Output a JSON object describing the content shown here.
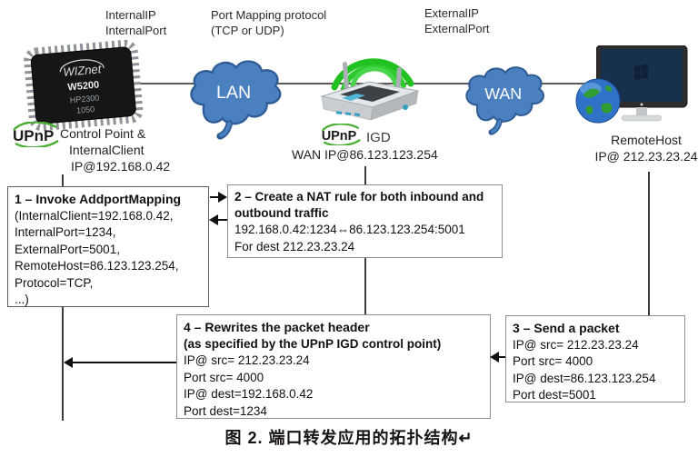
{
  "top_labels": {
    "internal": [
      "InternalIP",
      "InternalPort"
    ],
    "protocol": [
      "Port Mapping protocol",
      "(TCP or UDP)"
    ],
    "external": [
      "ExternalIP",
      "ExternalPort"
    ]
  },
  "clouds": {
    "lan": "LAN",
    "wan": "WAN"
  },
  "devices": {
    "chip": {
      "brand": "WIZnet",
      "model": "W5200",
      "sub1": "HP2300",
      "sub2": "1050"
    },
    "control_point": {
      "logo": "UPnP",
      "line1": "Control Point &",
      "line2": "InternalClient",
      "line3": "IP@192.168.0.42"
    },
    "igd": {
      "logo": "UPnP",
      "name": "IGD",
      "ip": "WAN IP@86.123.123.254"
    },
    "remote": {
      "name": "RemoteHost",
      "ip": "IP@ 212.23.23.24"
    }
  },
  "boxes": {
    "box1": {
      "title": "1 – Invoke AddportMapping",
      "lines": [
        "(InternalClient=192.168.0.42,",
        "InternalPort=1234,",
        "ExternalPort=5001,",
        "RemoteHost=86.123.123.254,",
        "Protocol=TCP,",
        "...)"
      ]
    },
    "box2": {
      "title": "2 – Create a NAT rule for both inbound and outbound traffic",
      "lines": [
        "192.168.0.42:1234⇔86.123.123.254:5001",
        "For dest 212.23.23.24"
      ]
    },
    "box3": {
      "title": "3 – Send a packet",
      "lines": [
        "IP@ src= 212.23.23.24",
        "Port src= 4000",
        "IP@ dest=86.123.123.254",
        "Port dest=5001"
      ]
    },
    "box4": {
      "title": "4 – Rewrites the packet header",
      "title2": "(as specified by the UPnP IGD control point)",
      "lines": [
        "IP@ src= 212.23.23.24",
        "Port src= 4000",
        "IP@ dest=192.168.0.42",
        "Port dest=1234"
      ]
    }
  },
  "caption": "图  2. 端口转发应用的拓扑结构↵",
  "colors": {
    "cloud_fill": "#4b80c0",
    "cloud_stroke": "#2f5c94",
    "wifi_green": "#2cc52c",
    "upnp_green": "#4aae33",
    "screen_navy": "#17304e",
    "caption": "#181414"
  }
}
